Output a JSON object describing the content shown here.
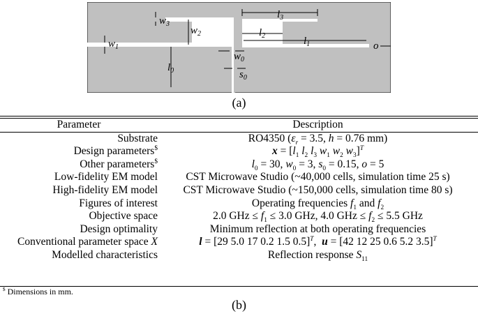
{
  "figure": {
    "labels": {
      "l3": "l3",
      "w3": "w3",
      "w2": "w2",
      "l2": "l2",
      "w1": "w1",
      "l1": "l1",
      "o": "o",
      "l0": "l0",
      "w0": "w0",
      "s0": "s0"
    }
  },
  "caption_a": "(a)",
  "caption_b": "(b)",
  "table": {
    "headers": [
      "Parameter",
      "Description"
    ],
    "rows": [
      [
        "Substrate",
        "RO4350 (εr = 3.5, h = 0.76 mm)"
      ],
      [
        "Design parameters$",
        "x = [l1 l2 l3 w1 w2 w3]T"
      ],
      [
        "Other parameters$",
        "l0 = 30, w0 = 3, s0 = 0.15, o = 5"
      ],
      [
        "Low-fidelity EM model",
        "CST Microwave Studio (~40,000 cells, simulation time 25 s)"
      ],
      [
        "High-fidelity EM model",
        "CST Microwave Studio (~150,000 cells, simulation time 80 s)"
      ],
      [
        "Figures of interest",
        "Operating frequencies f1 and f2"
      ],
      [
        "Objective space",
        "2.0 GHz ≤ f1 ≤ 3.0 GHz, 4.0 GHz ≤ f2 ≤ 5.5 GHz"
      ],
      [
        "Design optimality",
        "Minimum reflection at both operating frequencies"
      ],
      [
        "Conventional parameter space X",
        "l = [29 5.0 17 0.2 1.5 0.5]T, u = [42 12 25 0.6 5.2 3.5]T"
      ],
      [
        "Modelled characteristics",
        "Reflection response S11"
      ]
    ]
  },
  "footnote": "$ Dimensions in mm."
}
